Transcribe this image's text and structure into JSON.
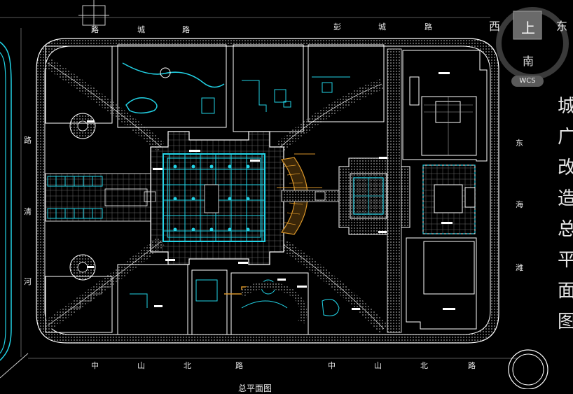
{
  "viewcube": {
    "west": "西",
    "east": "东",
    "top": "上",
    "south": "南",
    "ucs": "WCS"
  },
  "streets": {
    "north_left": [
      "路",
      "城",
      "路"
    ],
    "north_right": [
      "彭",
      "城",
      "路"
    ],
    "west": [
      "路",
      "清",
      "河"
    ],
    "east": [
      "东",
      "海",
      "潍"
    ],
    "south": [
      "中",
      "山",
      "北",
      "路",
      "中",
      "山",
      "北",
      "路"
    ]
  },
  "title_vertical": [
    "城",
    "广",
    "改",
    "造",
    "总",
    "平",
    "面",
    "图"
  ],
  "bottom_label": "总平面图",
  "colors": {
    "background": "#000000",
    "outline": "#ffffff",
    "cyan": "#22d3e6",
    "orange": "#d8952a",
    "gray": "#8a8a8a"
  }
}
